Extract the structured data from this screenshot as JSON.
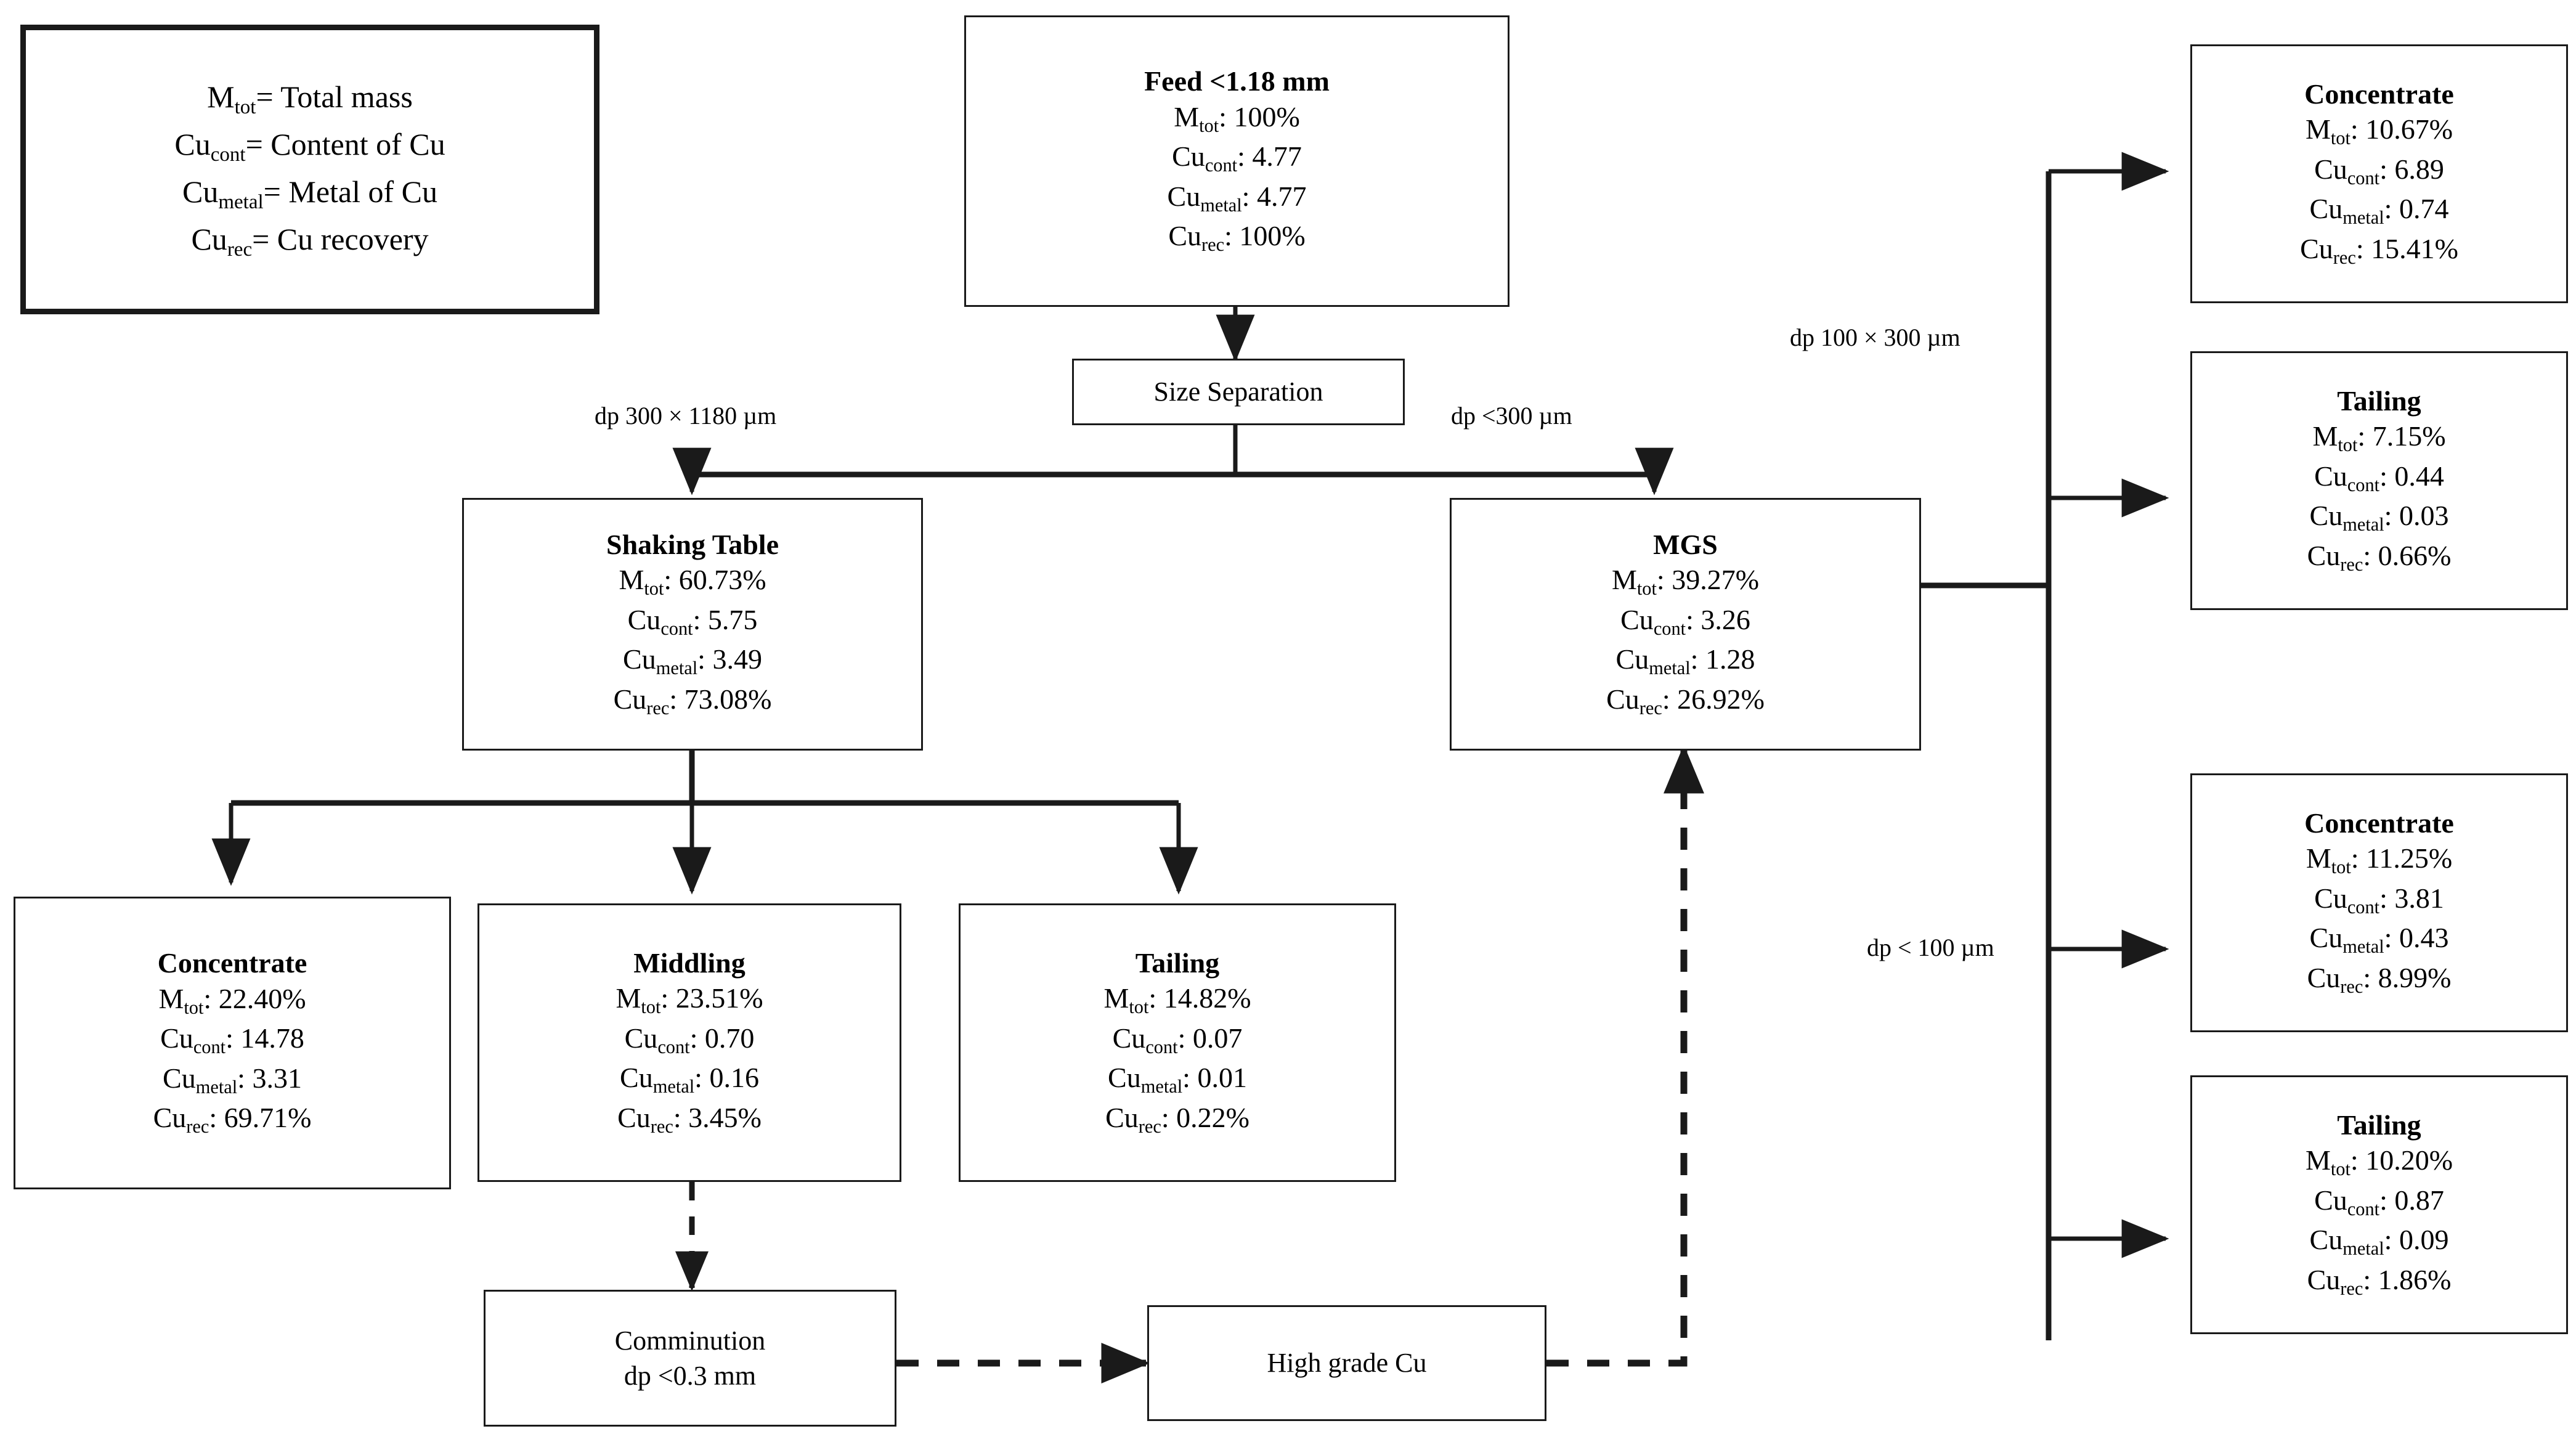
{
  "legend": {
    "lines": [
      {
        "sym": "M",
        "sub": "tot",
        "rest": "= Total mass"
      },
      {
        "sym": "Cu",
        "sub": "cont",
        "rest": "= Content of Cu"
      },
      {
        "sym": "Cu",
        "sub": "metal",
        "rest": "= Metal of Cu"
      },
      {
        "sym": "Cu",
        "sub": "rec",
        "rest": "= Cu recovery"
      }
    ]
  },
  "labels": {
    "mtot": "M",
    "mtot_sub": "tot",
    "cu": "Cu",
    "cont_sub": "cont",
    "metal_sub": "metal",
    "rec_sub": "rec"
  },
  "nodes": {
    "feed": {
      "title": "Feed <1.18 mm",
      "mtot": ": 100%",
      "cont": ": 4.77",
      "metal": ": 4.77",
      "rec": ": 100%"
    },
    "size_separation": {
      "title": "Size Separation"
    },
    "shaking_table": {
      "title": "Shaking Table",
      "mtot": ": 60.73%",
      "cont": ": 5.75",
      "metal": ": 3.49",
      "rec": ": 73.08%"
    },
    "mgs": {
      "title": "MGS",
      "mtot": ": 39.27%",
      "cont": ": 3.26",
      "metal": ": 1.28",
      "rec": ": 26.92%"
    },
    "st_concentrate": {
      "title": "Concentrate",
      "mtot": ": 22.40%",
      "cont": ": 14.78",
      "metal": ": 3.31",
      "rec": ": 69.71%"
    },
    "st_middling": {
      "title": "Middling",
      "mtot": ": 23.51%",
      "cont": ": 0.70",
      "metal": ": 0.16",
      "rec": ": 3.45%"
    },
    "st_tailing": {
      "title": "Tailing",
      "mtot": ": 14.82%",
      "cont": ": 0.07",
      "metal": ": 0.01",
      "rec": ": 0.22%"
    },
    "mgs_concentrate_coarse": {
      "title": "Concentrate",
      "mtot": ": 10.67%",
      "cont": ": 6.89",
      "metal": ": 0.74",
      "rec": ": 15.41%"
    },
    "mgs_tailing_coarse": {
      "title": "Tailing",
      "mtot": ": 7.15%",
      "cont": ": 0.44",
      "metal": ": 0.03",
      "rec": ": 0.66%"
    },
    "mgs_concentrate_fine": {
      "title": "Concentrate",
      "mtot": ": 11.25%",
      "cont": ": 3.81",
      "metal": ": 0.43",
      "rec": ": 8.99%"
    },
    "mgs_tailing_fine": {
      "title": "Tailing",
      "mtot": ": 10.20%",
      "cont": ": 0.87",
      "metal": ": 0.09",
      "rec": ": 1.86%"
    },
    "comminution": {
      "line1": "Comminution",
      "line2": "dp <0.3 mm"
    },
    "high_grade_cu": {
      "title": "High grade Cu"
    }
  },
  "edges": {
    "coarse_split": "dp 300 × 1180 µm",
    "fine_split": "dp <300 µm",
    "mgs_coarse": "dp 100 × 300 µm",
    "mgs_fine": "dp < 100 µm"
  },
  "colors": {
    "line": "#1a1a1a",
    "text": "#000000",
    "bg": "#ffffff"
  }
}
